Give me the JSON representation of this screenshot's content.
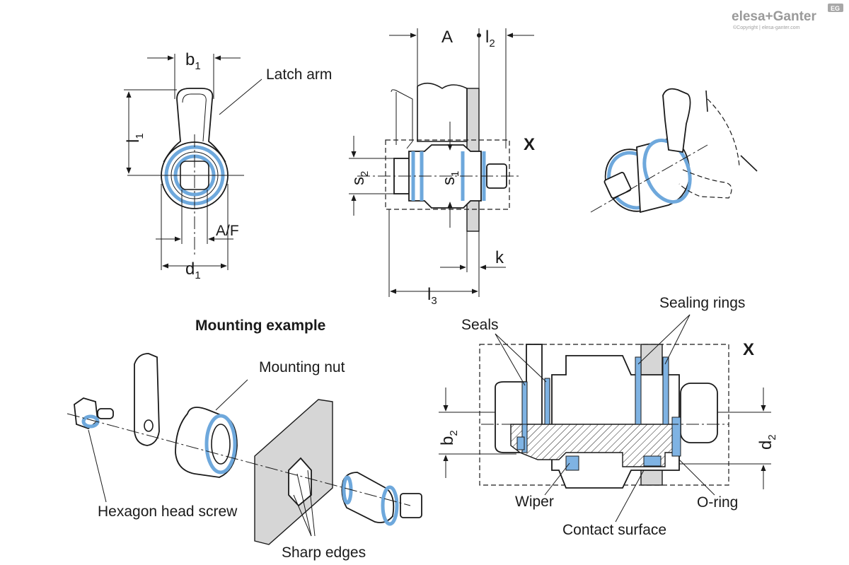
{
  "logo": {
    "brand": "elesa+Ganter",
    "badge": "EG",
    "copyright": "©Copyright | elesa-ganter.com"
  },
  "top_left_view": {
    "dims": {
      "b": "b",
      "b_sub": "1",
      "l": "l",
      "l_sub": "1",
      "d": "d",
      "d_sub": "1",
      "af": "A/F"
    },
    "callout": "Latch arm"
  },
  "top_middle_view": {
    "dims": {
      "a": "A",
      "l2": "l",
      "l2_sub": "2",
      "s1": "s",
      "s1_sub": "1",
      "s2": "s",
      "s2_sub": "2",
      "k": "k",
      "l3": "l",
      "l3_sub": "3"
    },
    "detail_mark": "X"
  },
  "mounting": {
    "title": "Mounting example",
    "callouts": [
      "Mounting nut",
      "Hexagon head screw",
      "Sharp edges"
    ]
  },
  "detail_x": {
    "mark": "X",
    "callouts": [
      "Seals",
      "Sealing rings",
      "Wiper",
      "Contact surface",
      "O-ring"
    ],
    "dims": {
      "b": "b",
      "b_sub": "2",
      "d": "d",
      "d_sub": "2"
    }
  },
  "colors": {
    "seal_blue": "#6ea8dc",
    "panel_grey": "#d6d6d6",
    "logo_grey": "#9a9a9a"
  }
}
